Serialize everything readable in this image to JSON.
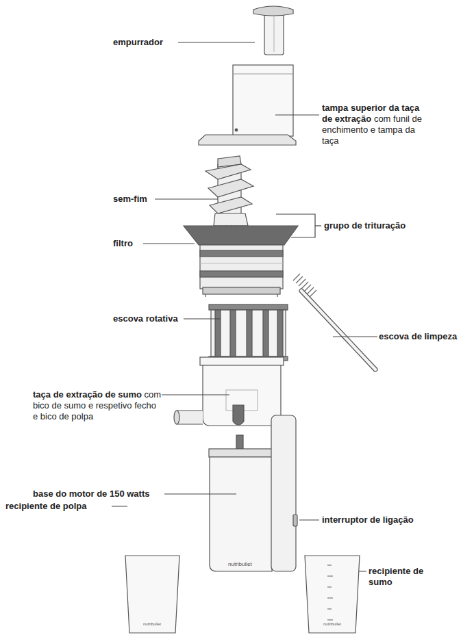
{
  "diagram": {
    "labels": [
      "empurrador",
      "tampa superior da taça de extração",
      "com funil de enchimento e tampa da taça",
      "sem-fim",
      "grupo de trituração",
      "filtro",
      "escova rotativa",
      "escova de limpeza",
      "taça de extração de sumo",
      "com bico de sumo e respetivo fecho e bico de polpa",
      "base do motor de 150 watts",
      "nutribullet",
      "interruptor de ligação",
      "recipiente de polpa",
      "recipiente de sumo",
      "nutribullet",
      "nutribullet"
    ]
  }
}
